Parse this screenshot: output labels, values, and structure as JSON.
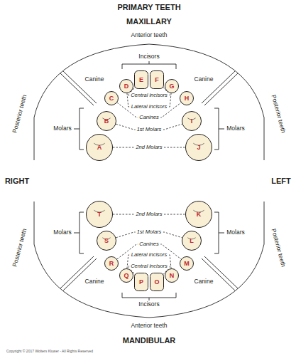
{
  "diagram": {
    "title": "PRIMARY TEETH",
    "nodes": [
      {
        "text": [
          "A"
        ]
      },
      {
        "text": [
          "B"
        ]
      },
      {
        "text": [
          "C"
        ]
      },
      {
        "text": [
          "D"
        ]
      },
      {
        "text": [
          "E"
        ]
      },
      {
        "text": [
          "F"
        ]
      },
      {
        "text": [
          "G"
        ]
      },
      {
        "text": [
          "H"
        ]
      },
      {
        "text": [
          "I"
        ]
      },
      {
        "text": [
          "J"
        ]
      },
      {
        "text": [
          "K"
        ]
      },
      {
        "text": [
          "L"
        ]
      },
      {
        "text": [
          "M"
        ]
      },
      {
        "text": [
          "N"
        ]
      },
      {
        "text": [
          "O"
        ]
      },
      {
        "text": [
          "P"
        ]
      },
      {
        "text": [
          "Q"
        ]
      },
      {
        "text": [
          "R"
        ]
      },
      {
        "text": [
          "S"
        ]
      },
      {
        "text": [
          "T"
        ]
      }
    ],
    "edges": [
      {
        "from": 4,
        "to": 5,
        "arrow": "none",
        "label": "Central incisors"
      },
      {
        "from": 3,
        "to": 6,
        "arrow": "none",
        "label": "Lateral incisors"
      },
      {
        "from": 2,
        "to": 7,
        "arrow": "none",
        "label": "Canines"
      },
      {
        "from": 1,
        "to": 8,
        "arrow": "none",
        "label": "1st Molars"
      },
      {
        "from": 0,
        "to": 9,
        "arrow": "none",
        "label": "2nd Molars"
      },
      {
        "from": 19,
        "to": 10,
        "arrow": "none",
        "label": "2nd Molars"
      },
      {
        "from": 18,
        "to": 11,
        "arrow": "none",
        "label": "1st Molars"
      },
      {
        "from": 17,
        "to": 12,
        "arrow": "none",
        "label": "Canines"
      },
      {
        "from": 16,
        "to": 13,
        "arrow": "none",
        "label": "Lateral incisors"
      },
      {
        "from": 15,
        "to": 14,
        "arrow": "none",
        "label": "Central incisors"
      }
    ],
    "labels": [
      "MAXILLARY",
      "Anterior teeth",
      "Incisors",
      "Canine",
      "Canine",
      "Posterior teeth",
      "Posterior teeth",
      "Molars",
      "Molars",
      "RIGHT",
      "LEFT",
      "Molars",
      "Molars",
      "Posterior teeth",
      "Posterior teeth",
      "Canine",
      "Canine",
      "Incisors",
      "Anterior teeth",
      "MANDIBULAR",
      "Copyright © 2017 Wolters Kluwer - All Rights Reserved"
    ]
  }
}
